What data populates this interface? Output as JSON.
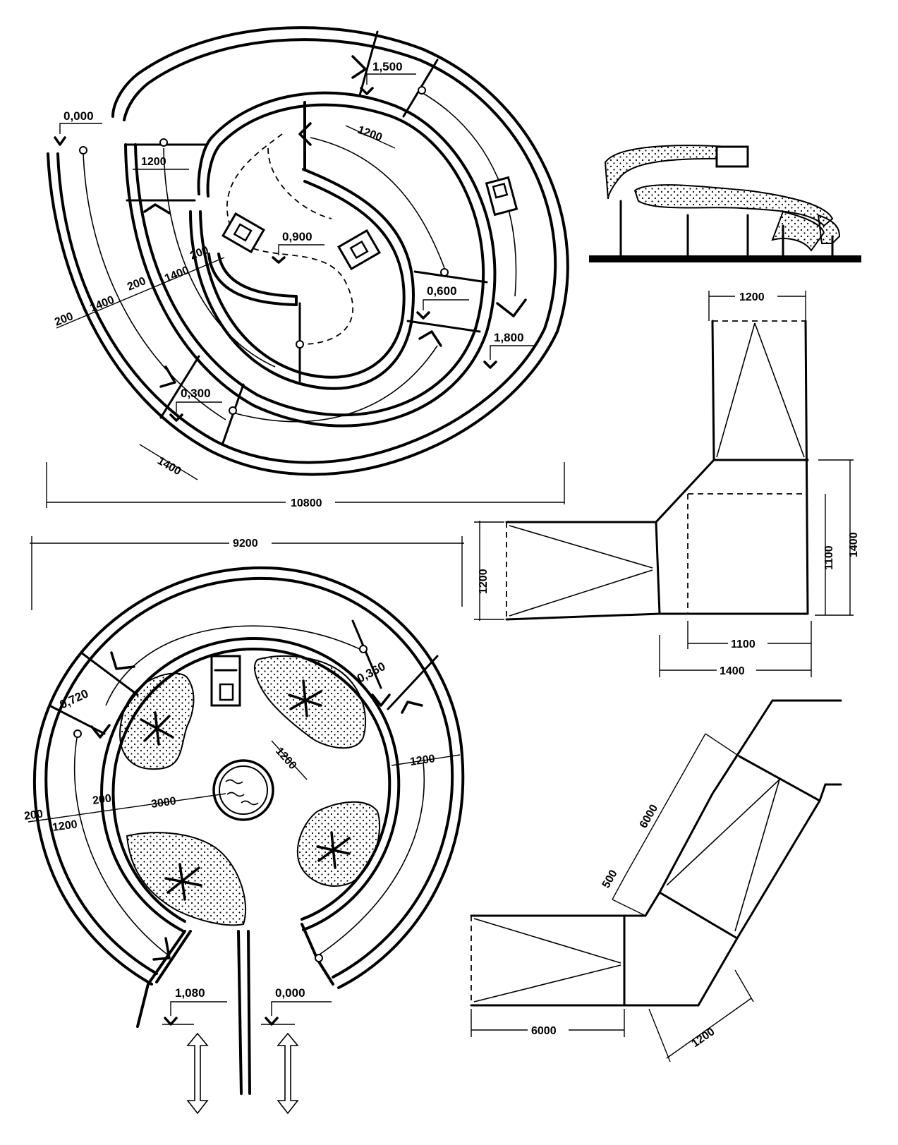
{
  "plan_spiral": {
    "levels": [
      "0,000",
      "1,500",
      "0,900",
      "0,600",
      "1,800",
      "0,300"
    ],
    "dims": {
      "wall_outer": "200",
      "lane_outer": "1400",
      "wall_mid": "200",
      "lane_mid": "1400",
      "wall_inner": "200",
      "width_a": "1200",
      "width_b": "1200",
      "segment": "1400",
      "overall": "10800"
    }
  },
  "plan_circular": {
    "levels": [
      "0,720",
      "0,360",
      "1,080",
      "0,000"
    ],
    "dims": {
      "overall": "9200",
      "wall_outer": "200",
      "lane": "1200",
      "wall_inner": "200",
      "court": "3000",
      "width_right": "1200",
      "bed": "1200"
    }
  },
  "ramp_turn_a": {
    "dims": {
      "top_width": "1200",
      "left_width": "1200",
      "inner_side": "1100",
      "outer_side": "1400",
      "bottom_inner": "1100",
      "bottom_outer": "1400"
    }
  },
  "ramp_turn_b": {
    "dims": {
      "diag_length": "6000",
      "landing": "500",
      "straight_length": "6000",
      "width": "1200"
    }
  }
}
